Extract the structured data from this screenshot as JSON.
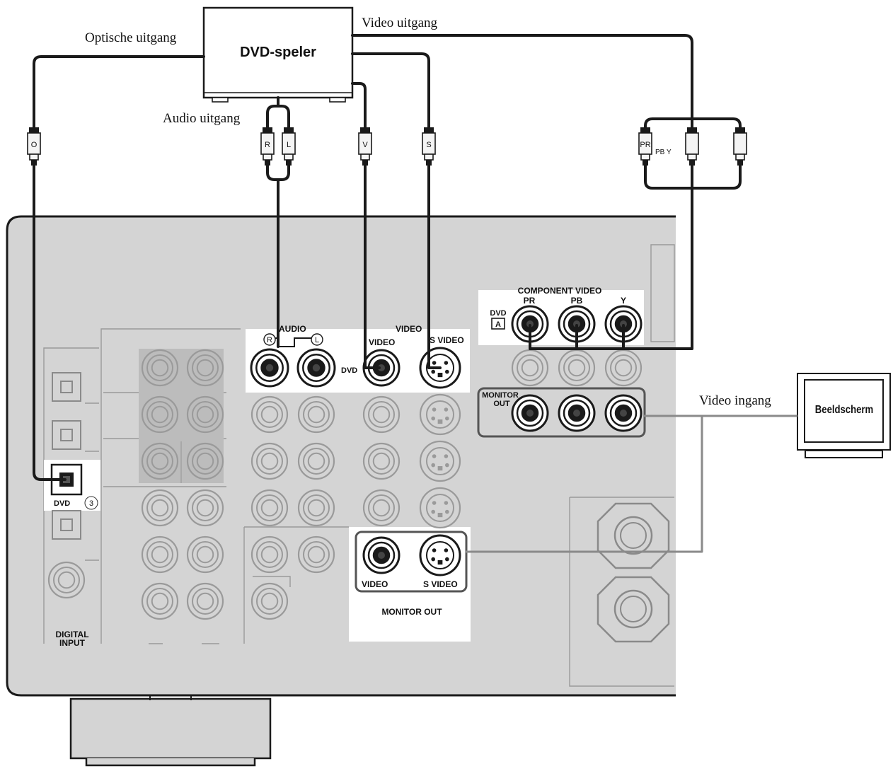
{
  "source": {
    "name": "DVD-speler",
    "optical_out": "Optische uitgang",
    "audio_out": "Audio uitgang",
    "video_out": "Video uitgang"
  },
  "display": {
    "name": "Beeldscherm",
    "video_in": "Video ingang"
  },
  "plugs": {
    "optical": "O",
    "audio_right": "R",
    "audio_left": "L",
    "video": "V",
    "svideo": "S",
    "pr": "PR",
    "pb": "PB",
    "y": "Y"
  },
  "receiver": {
    "digital_input": [
      "DIGITAL",
      "INPUT"
    ],
    "digital_dvd": "DVD",
    "digital_number": "3",
    "audio_group": "AUDIO",
    "video_group": "VIDEO",
    "audio_right": "R",
    "audio_left": "L",
    "dvd_row": "DVD",
    "video_jack": "VIDEO",
    "svideo_jack": "S VIDEO",
    "monitor_out_video": "VIDEO",
    "monitor_out_svideo": "S VIDEO",
    "monitor_out": "MONITOR OUT",
    "component_video": "COMPONENT VIDEO",
    "comp_pr": "PR",
    "comp_pb": "PB",
    "comp_y": "Y",
    "comp_dvd": "DVD",
    "comp_dvd_badge": "A",
    "comp_monitor_out": [
      "MONITOR",
      "OUT"
    ]
  },
  "colors": {
    "panel": "#d4d4d4",
    "cable": "#1a1a1a",
    "monitor_cable": "#8a8a8a"
  }
}
